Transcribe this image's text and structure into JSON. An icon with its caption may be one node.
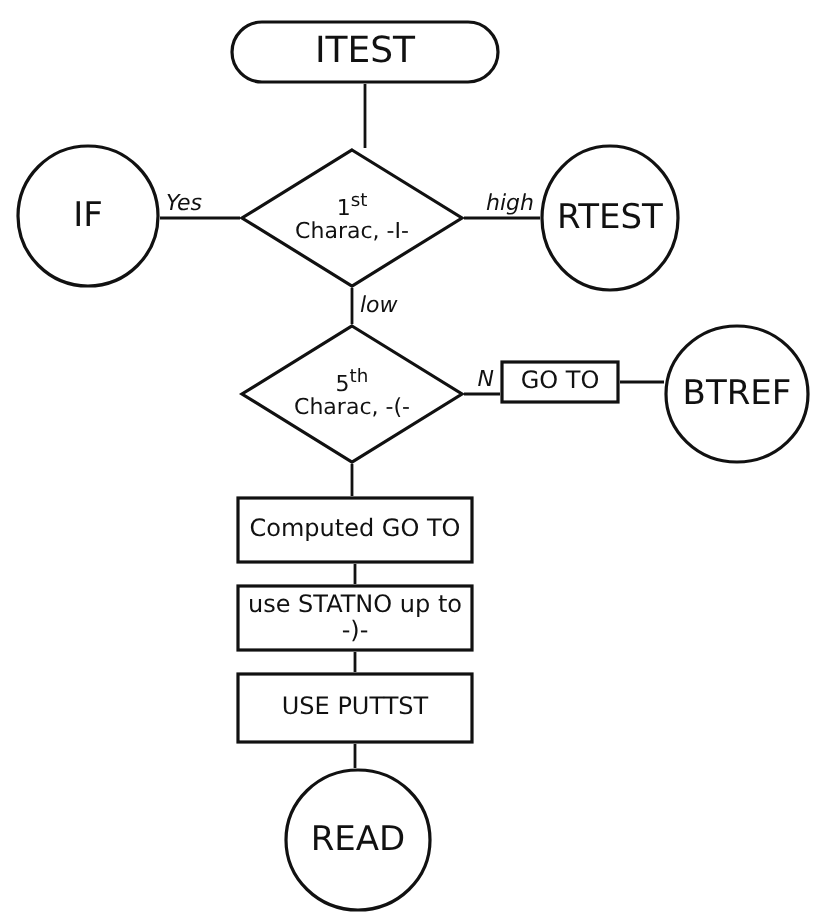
{
  "diagram": {
    "nodes": [
      {
        "text": [
          "ITEST"
        ]
      },
      {
        "text": [
          "1$^{st}$ Charac, -I-"
        ]
      },
      {
        "text": [
          "IF"
        ]
      },
      {
        "text": [
          "RTEST"
        ]
      },
      {
        "text": [
          "5$^{th}$ Charac, -(-"
        ]
      },
      {
        "text": [
          "GO TO"
        ]
      },
      {
        "text": [
          "BTREF"
        ]
      },
      {
        "text": [
          "Computed GO TO"
        ]
      },
      {
        "text": [
          "use STATNO up to -)-"
        ]
      },
      {
        "text": [
          "USE PUTTST"
        ]
      },
      {
        "text": [
          "READ"
        ]
      }
    ],
    "edges": [
      {
        "from": 0,
        "to": 1,
        "arrow": "none"
      },
      {
        "from": 1,
        "to": 2,
        "arrow": "none",
        "label": "Yes"
      },
      {
        "from": 1,
        "to": 3,
        "arrow": "none",
        "label": "high"
      },
      {
        "from": 1,
        "to": 4,
        "arrow": "none",
        "label": "low"
      },
      {
        "from": 4,
        "to": 5,
        "arrow": "none",
        "label": "N"
      },
      {
        "from": 5,
        "to": 6,
        "arrow": "none"
      },
      {
        "from": 4,
        "to": 7,
        "arrow": "none"
      },
      {
        "from": 7,
        "to": 8,
        "arrow": "none"
      },
      {
        "from": 8,
        "to": 9,
        "arrow": "none"
      },
      {
        "from": 9,
        "to": 10,
        "arrow": "none"
      }
    ]
  }
}
